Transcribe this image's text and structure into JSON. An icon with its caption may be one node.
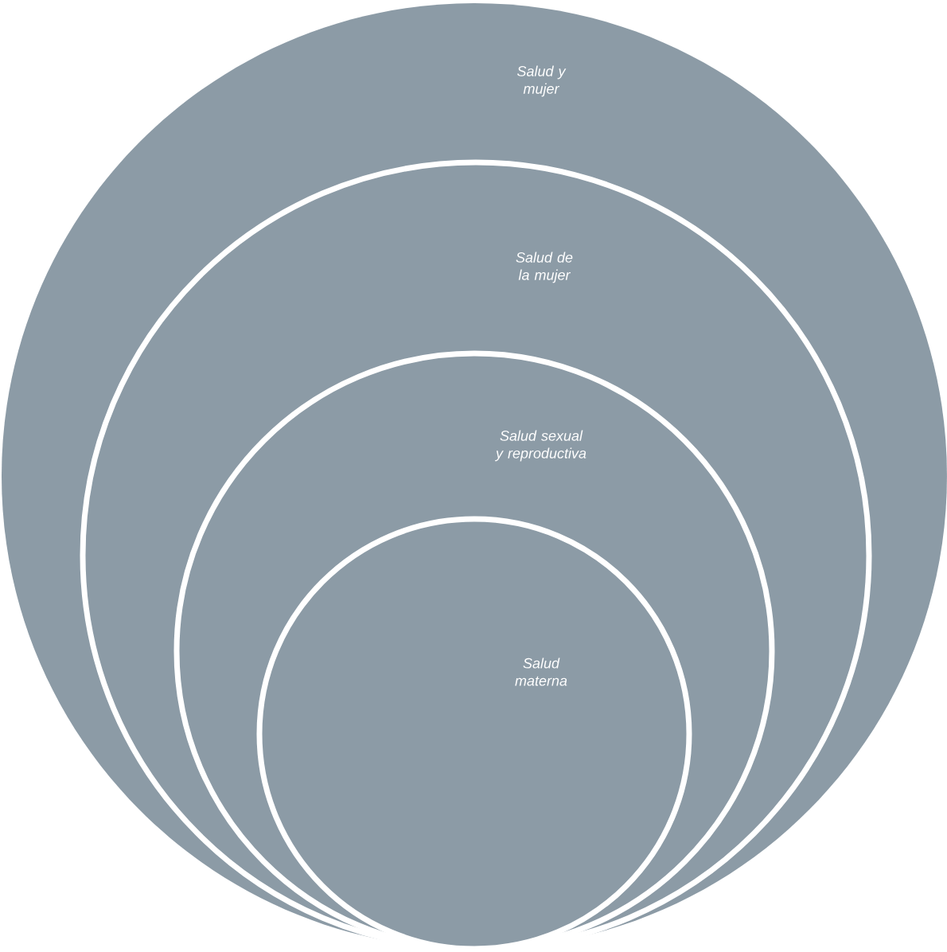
{
  "diagram": {
    "nodes": [
      {
        "text": [
          "Salud y mujer"
        ]
      },
      {
        "text": [
          "Salud de la mujer"
        ],
        "in": 0
      },
      {
        "text": [
          "Salud sexual y reproductiva"
        ],
        "in": 1
      },
      {
        "text": [
          "Salud materna"
        ],
        "in": 2
      }
    ]
  }
}
